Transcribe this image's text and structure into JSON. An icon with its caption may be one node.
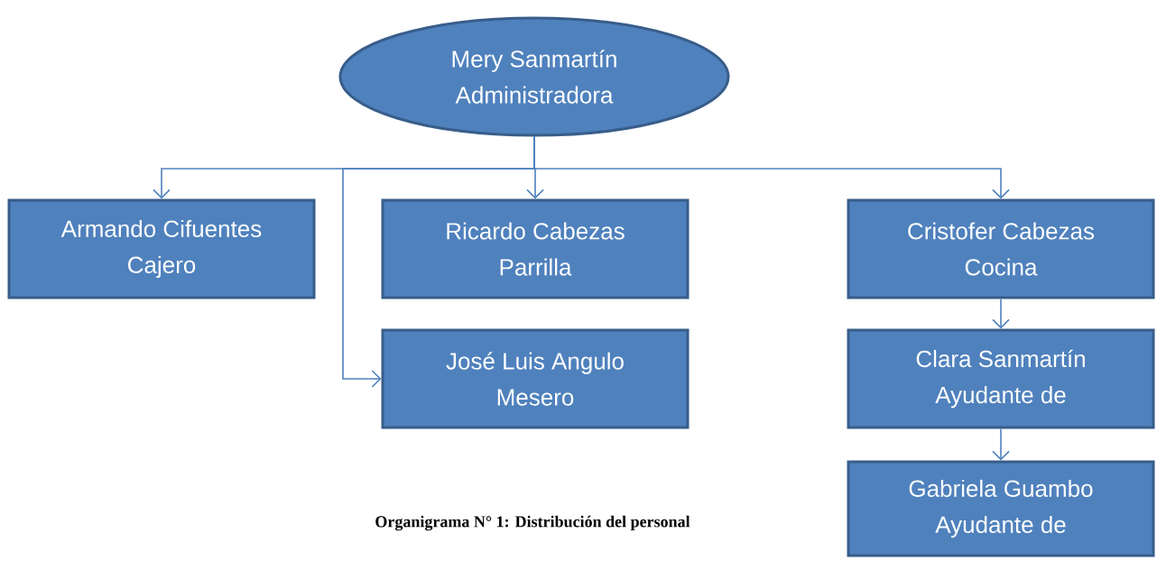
{
  "diagram": {
    "caption": "Organigrama  N° 1: Distribución del personal",
    "nodes": [
      {
        "text": [
          "Mery Sanmartín",
          "Administradora"
        ]
      },
      {
        "text": [
          "Armando Cifuentes",
          "Cajero"
        ]
      },
      {
        "text": [
          "Ricardo Cabezas",
          "Parrilla"
        ]
      },
      {
        "text": [
          "José Luis Angulo",
          "Mesero"
        ]
      },
      {
        "text": [
          "Cristofer Cabezas",
          "Cocina"
        ]
      },
      {
        "text": [
          "Clara Sanmartín",
          "Ayudante de"
        ]
      },
      {
        "text": [
          "Gabriela Guambo",
          "Ayudante de"
        ]
      }
    ],
    "edges": [
      {
        "from": 0,
        "to": 1,
        "arrow": "to"
      },
      {
        "from": 0,
        "to": 2,
        "arrow": "to"
      },
      {
        "from": 0,
        "to": 3,
        "arrow": "to"
      },
      {
        "from": 0,
        "to": 4,
        "arrow": "to"
      },
      {
        "from": 4,
        "to": 5,
        "arrow": "to"
      },
      {
        "from": 5,
        "to": 6,
        "arrow": "to"
      }
    ]
  }
}
